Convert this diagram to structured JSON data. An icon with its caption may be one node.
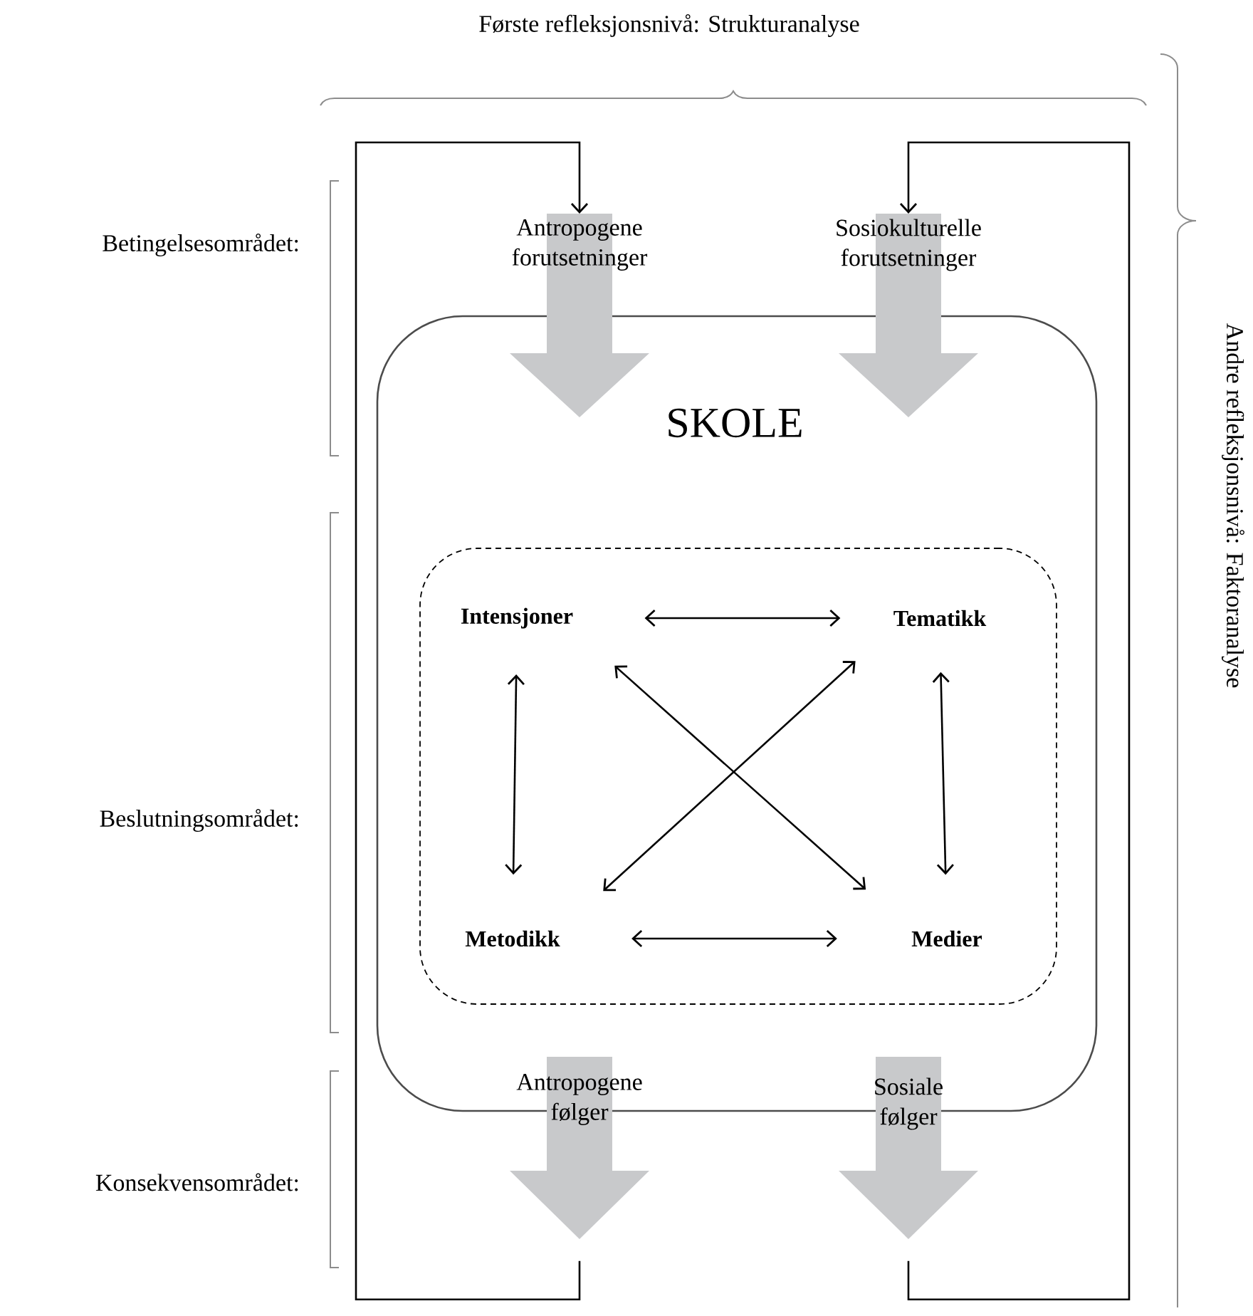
{
  "diagram": {
    "title": "Første refleksjonsnivå: Strukturanalyse",
    "nodes": [
      {
        "text": [
          "SKOLE"
        ]
      },
      {
        "text": [
          "Antropogene forutsetninger"
        ]
      },
      {
        "text": [
          "Sosiokulturelle forutsetninger"
        ]
      },
      {
        "text": [],
        "shape": "box",
        "in": 0
      },
      {
        "text": [
          "Intensjoner"
        ],
        "in": 3
      },
      {
        "text": [
          "Tematikk"
        ],
        "in": 3
      },
      {
        "text": [
          "Metodikk"
        ],
        "in": 3
      },
      {
        "text": [
          "Medier"
        ],
        "in": 3
      },
      {
        "text": [
          "Antropogene følger"
        ]
      },
      {
        "text": [
          "Sosiale følger"
        ]
      }
    ],
    "edges": [
      {
        "from": 8,
        "to": 1,
        "arrow": "to"
      },
      {
        "from": 9,
        "to": 2,
        "arrow": "to"
      },
      {
        "from": 4,
        "to": 5,
        "arrow": "both"
      },
      {
        "from": 4,
        "to": 6,
        "arrow": "both"
      },
      {
        "from": 4,
        "to": 7,
        "arrow": "both"
      },
      {
        "from": 5,
        "to": 6,
        "arrow": "both"
      },
      {
        "from": 5,
        "to": 7,
        "arrow": "both"
      },
      {
        "from": 6,
        "to": 7,
        "arrow": "both"
      }
    ],
    "labels": [
      "Andre refleksjonsnivå: Faktoranalyse",
      "Betingelsesområdet:",
      "Beslutningsområdet:",
      "Konsekvensområdet:"
    ]
  }
}
